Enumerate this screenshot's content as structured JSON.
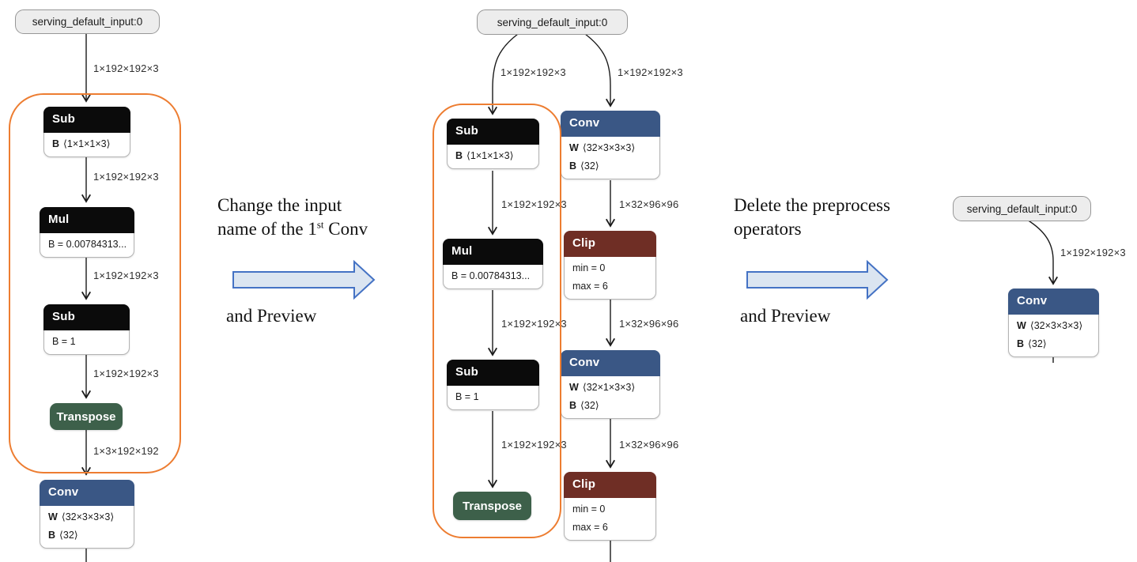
{
  "colors": {
    "conv_header": "#3a5785",
    "clip_header": "#6f2e25",
    "transpose_node": "#3d604a",
    "black_node": "#0b0b0b",
    "outline": "#ed7d31",
    "arrow_fill": "#dbe5f1",
    "arrow_stroke": "#4472c4",
    "edge": "#1a1a1a"
  },
  "left": {
    "input_label": "serving_default_input:0",
    "edges": [
      "1×192×192×3",
      "1×192×192×3",
      "1×192×192×3",
      "1×192×192×3",
      "1×3×192×192"
    ],
    "nodes": {
      "sub1": {
        "title": "Sub",
        "rows": [
          {
            "key": "B",
            "val": "⟨1×1×1×3⟩"
          }
        ]
      },
      "mul": {
        "title": "Mul",
        "rows": [
          {
            "key": "",
            "val": "B = 0.00784313..."
          }
        ]
      },
      "sub2": {
        "title": "Sub",
        "rows": [
          {
            "key": "",
            "val": "B = 1"
          }
        ]
      },
      "transpose": {
        "title": "Transpose"
      },
      "conv": {
        "title": "Conv",
        "rows": [
          {
            "key": "W",
            "val": "⟨32×3×3×3⟩"
          },
          {
            "key": "B",
            "val": "⟨32⟩"
          }
        ]
      }
    }
  },
  "middle": {
    "input_label": "serving_default_input:0",
    "left_branch": {
      "edges": [
        "1×192×192×3",
        "1×192×192×3",
        "1×192×192×3",
        "1×192×192×3"
      ],
      "nodes": {
        "sub1": {
          "title": "Sub",
          "rows": [
            {
              "key": "B",
              "val": "⟨1×1×1×3⟩"
            }
          ]
        },
        "mul": {
          "title": "Mul",
          "rows": [
            {
              "key": "",
              "val": "B = 0.00784313..."
            }
          ]
        },
        "sub2": {
          "title": "Sub",
          "rows": [
            {
              "key": "",
              "val": "B = 1"
            }
          ]
        },
        "transpose": {
          "title": "Transpose"
        }
      }
    },
    "right_branch": {
      "edges": [
        "1×192×192×3",
        "1×32×96×96",
        "1×32×96×96",
        "1×32×96×96"
      ],
      "nodes": {
        "conv1": {
          "title": "Conv",
          "rows": [
            {
              "key": "W",
              "val": "⟨32×3×3×3⟩"
            },
            {
              "key": "B",
              "val": "⟨32⟩"
            }
          ]
        },
        "clip1": {
          "title": "Clip",
          "rows": [
            {
              "key": "",
              "val": "min = 0"
            },
            {
              "key": "",
              "val": "max = 6"
            }
          ]
        },
        "conv2": {
          "title": "Conv",
          "rows": [
            {
              "key": "W",
              "val": "⟨32×1×3×3⟩"
            },
            {
              "key": "B",
              "val": "⟨32⟩"
            }
          ]
        },
        "clip2": {
          "title": "Clip",
          "rows": [
            {
              "key": "",
              "val": "min = 0"
            },
            {
              "key": "",
              "val": "max = 6"
            }
          ]
        }
      }
    }
  },
  "right": {
    "input_label": "serving_default_input:0",
    "edge": "1×192×192×3",
    "nodes": {
      "conv": {
        "title": "Conv",
        "rows": [
          {
            "key": "W",
            "val": "⟨32×3×3×3⟩"
          },
          {
            "key": "B",
            "val": "⟨32⟩"
          }
        ]
      }
    }
  },
  "annotations": {
    "step1": {
      "line1": "Change the input",
      "line2_before": "name of the 1",
      "line2_sup": "st",
      "line2_after": " Conv",
      "line3": "and Preview"
    },
    "step2": {
      "line1": "Delete the preprocess",
      "line2": "operators",
      "line3": "and Preview"
    }
  }
}
